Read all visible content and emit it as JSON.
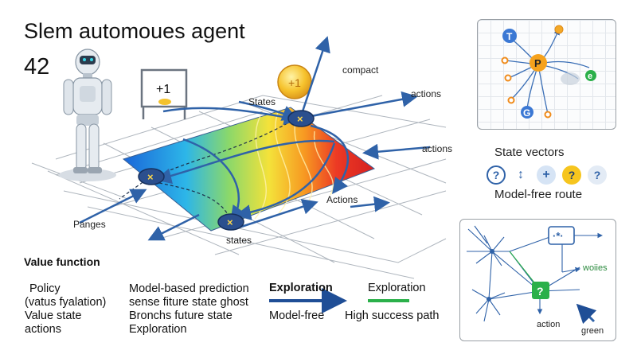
{
  "header": {
    "title": "Slem automoues agent",
    "number": "42"
  },
  "scene": {
    "reward_sign": "+1",
    "coin_label": "+1",
    "labels": {
      "states_top": "States",
      "compact": "compact",
      "actions_1": "actions",
      "actions_2": "actions",
      "actions_mid": "Actions",
      "pangs": "Panges",
      "states_bottom": "states"
    },
    "node_symbol": "×"
  },
  "legend": {
    "value_function": "Value function",
    "col1": [
      "Policy",
      "(vatus fyalation)",
      "Value state",
      "actions"
    ],
    "col2": [
      "Model-based prediction",
      "sense fiture  state ghost",
      "Bronchs future state",
      "Exploration"
    ],
    "col3_top": "Exploration",
    "col3_bottom": "Model-free",
    "col4_top": "Exploration",
    "col4_bottom": "High success path",
    "colors": {
      "arrow_blue": "#1f4e96",
      "green_line": "#2bb04a"
    }
  },
  "panel_top": {
    "nodes": {
      "center": "P",
      "top": "T",
      "bottom": "G",
      "right": "e"
    }
  },
  "state_vectors": {
    "title": "State vectors",
    "route": "Model-free route",
    "icons": [
      "?",
      "↕",
      "+",
      "?",
      "?"
    ]
  },
  "panel_bottom": {
    "box_symbol": "·*·",
    "question": "?",
    "right_label": "woiies",
    "action_label": "action",
    "green_label": "green"
  }
}
